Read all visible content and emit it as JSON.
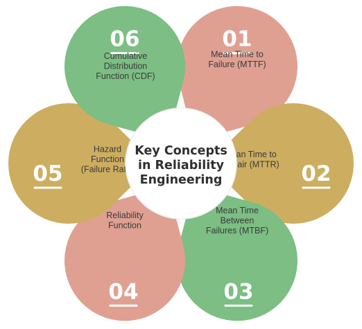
{
  "center": {
    "lines": [
      "Key Concepts",
      "in Reliability",
      "Engineering"
    ]
  },
  "petals": [
    {
      "id": "p01",
      "number": "01",
      "label": [
        "Mean Time to",
        "Failure (MTTF)"
      ],
      "color": "#DFA092"
    },
    {
      "id": "p02",
      "number": "02",
      "label": [
        "Mean Time to",
        "Repair (MTTR)"
      ],
      "color": "#CDAE60"
    },
    {
      "id": "p03",
      "number": "03",
      "label": [
        "Mean Time",
        "Between",
        "Failures (MTBF)"
      ],
      "color": "#7CBE84"
    },
    {
      "id": "p04",
      "number": "04",
      "label": [
        "Reliability",
        "Function"
      ],
      "color": "#DFA092"
    },
    {
      "id": "p05",
      "number": "05",
      "label": [
        "Hazard",
        "Function",
        "(Failure Rate)"
      ],
      "color": "#CDAE60"
    },
    {
      "id": "p06",
      "number": "06",
      "label": [
        "Cumulative",
        "Distribution",
        "Function (CDF)"
      ],
      "color": "#7CBE84"
    }
  ]
}
